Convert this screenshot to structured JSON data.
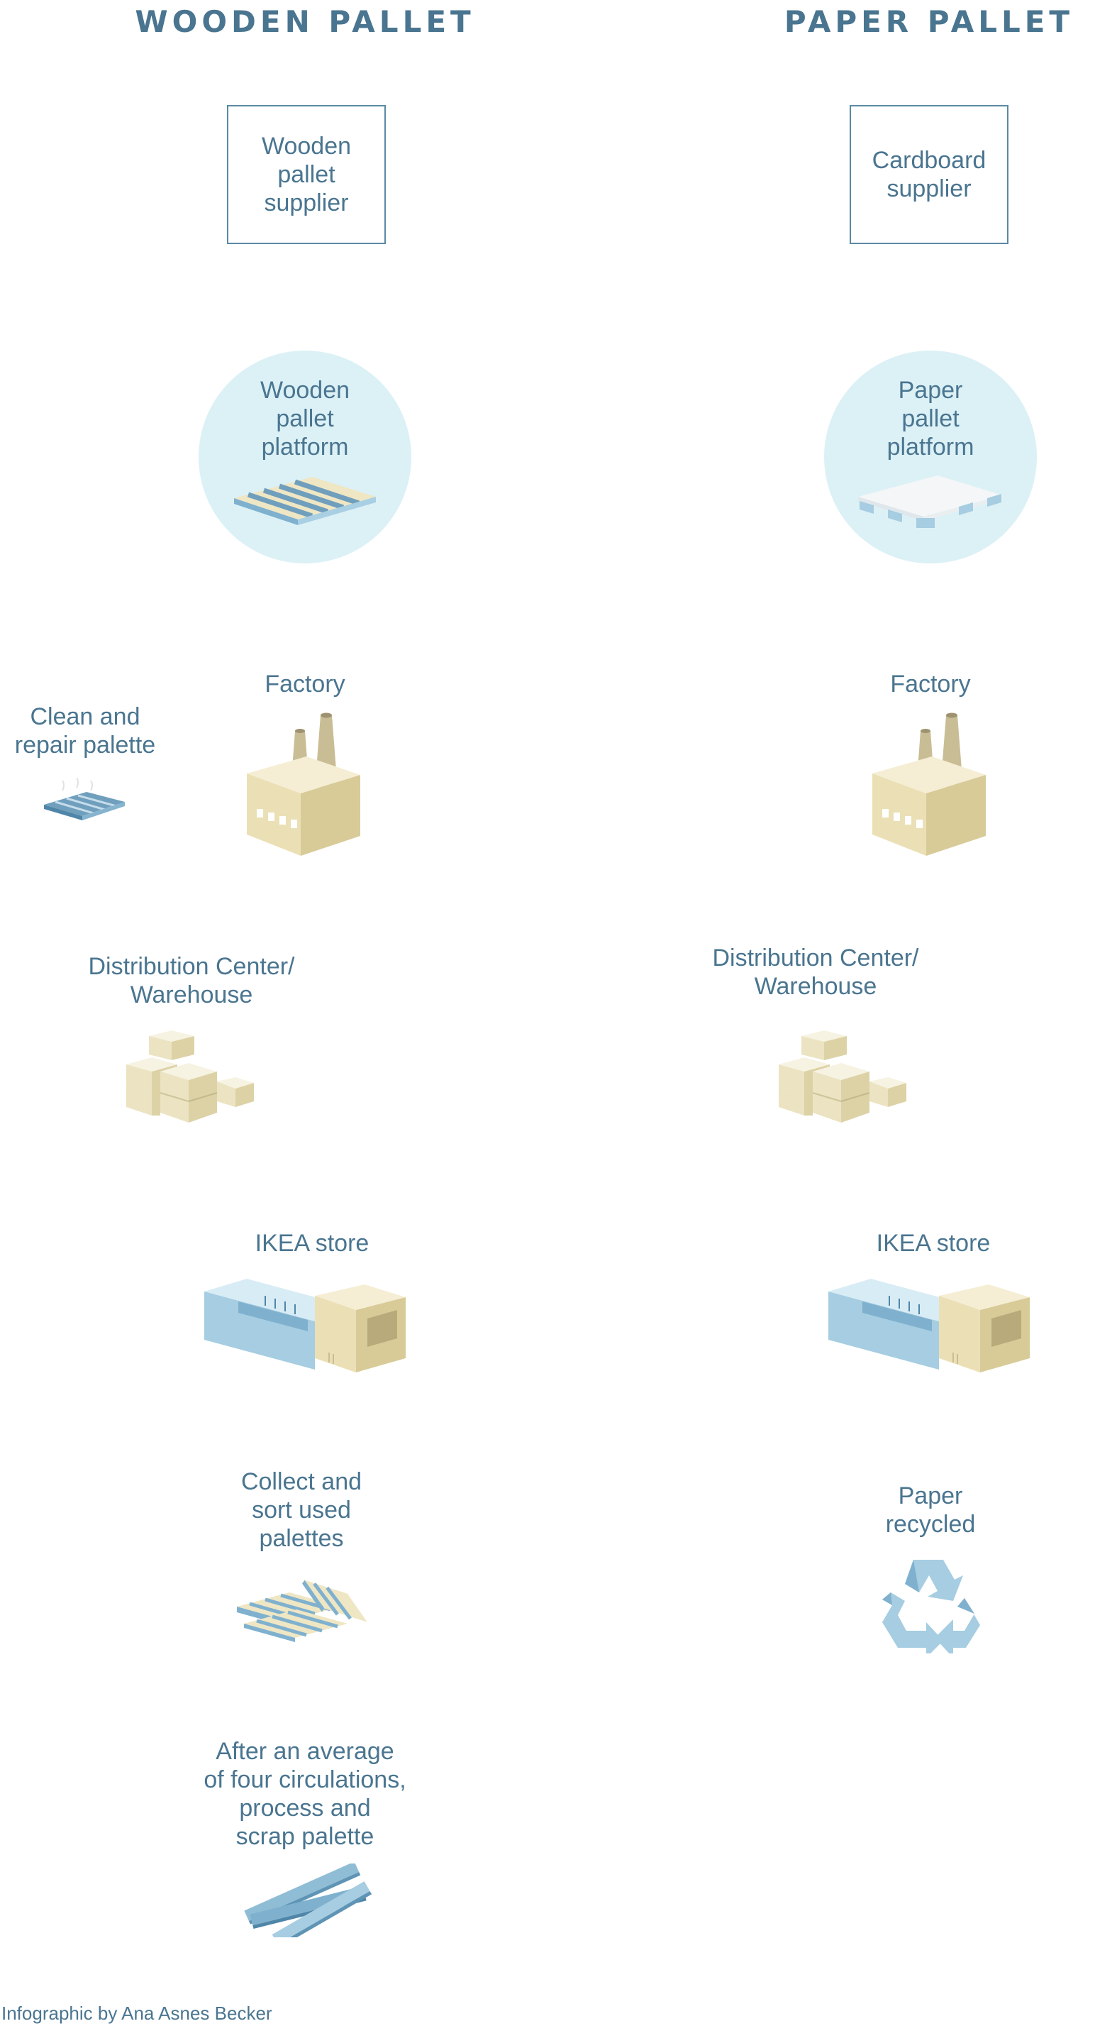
{
  "titles": {
    "wooden": "WOODEN PALLET",
    "paper": "PAPER PALLET"
  },
  "wooden": {
    "supplier": "Wooden\npallet\nsupplier",
    "platform": "Wooden\npallet\nplatform",
    "clean": "Clean and\nrepair palette",
    "factory": "Factory",
    "distribution": "Distribution Center/\nWarehouse",
    "store": "IKEA store",
    "collect": "Collect and\nsort used\npalettes",
    "scrap": "After an average\nof four circulations,\nprocess and\nscrap palette"
  },
  "paper": {
    "supplier": "Cardboard\nsupplier",
    "platform": "Paper\npallet\nplatform",
    "factory": "Factory",
    "distribution": "Distribution Center/\nWarehouse",
    "store": "IKEA store",
    "recycled": "Paper\nrecycled"
  },
  "credit": "Infographic by Ana Asnes Becker",
  "colors": {
    "text": "#4a7590",
    "circle": "#dcf1f6",
    "wood": "#efe6c4",
    "blue": "#8fbdd6"
  },
  "icons": {
    "wooden_platform": "wooden-pallet-icon",
    "paper_platform": "paper-pallet-icon",
    "clean": "small-pallet-icon",
    "factory": "factory-icon",
    "distribution": "boxes-icon",
    "store": "store-building-icon",
    "collect": "pallet-stack-icon",
    "scrap": "scrap-planks-icon",
    "recycle": "recycle-icon"
  }
}
